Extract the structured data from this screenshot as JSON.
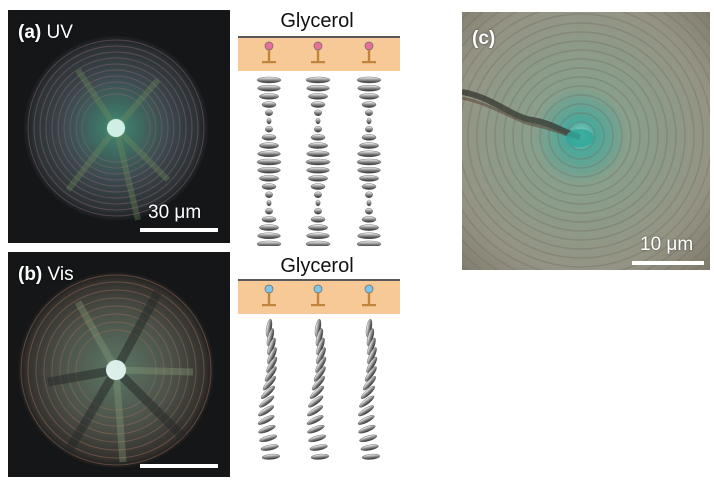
{
  "panel_a": {
    "label_letter": "(a)",
    "label_text": "UV",
    "scalebar_label": "30 μm"
  },
  "panel_b": {
    "label_letter": "(b)",
    "label_text": "Vis"
  },
  "panel_c": {
    "label_letter": "(c)",
    "scalebar_label": "10 μm"
  },
  "schematic_top": {
    "title": "Glycerol",
    "head_color": "#e6709a"
  },
  "schematic_bottom": {
    "title": "Glycerol",
    "head_color": "#7ec6e8"
  },
  "colors": {
    "glycerol_layer": "#f7c996",
    "molecule_stem": "#c0843a"
  }
}
